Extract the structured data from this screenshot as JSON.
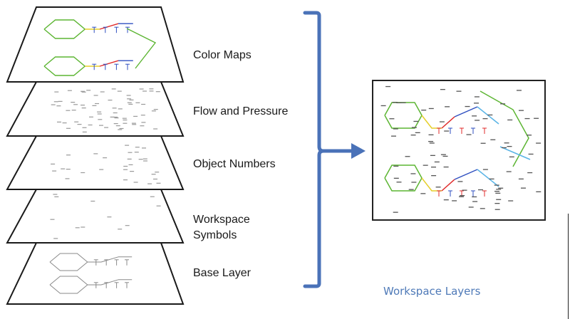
{
  "layers": [
    {
      "label": "Color Maps"
    },
    {
      "label": "Flow and Pressure"
    },
    {
      "label": "Object Numbers"
    },
    {
      "label": "Workspace\nSymbols"
    },
    {
      "label": "Base Layer"
    }
  ],
  "caption": "Workspace Layers",
  "colors": {
    "bracket": "#4a72b8",
    "arrow": "#4a72b8",
    "caption": "#4f7ab8",
    "pipe_green": "#5cb532",
    "pipe_yellow": "#e6cf2a",
    "pipe_red": "#e02b2b",
    "pipe_blue": "#2f4fc0",
    "pipe_lightblue": "#5ab4e6",
    "pipe_gray": "#8a8a8a",
    "frame": "#111111"
  }
}
